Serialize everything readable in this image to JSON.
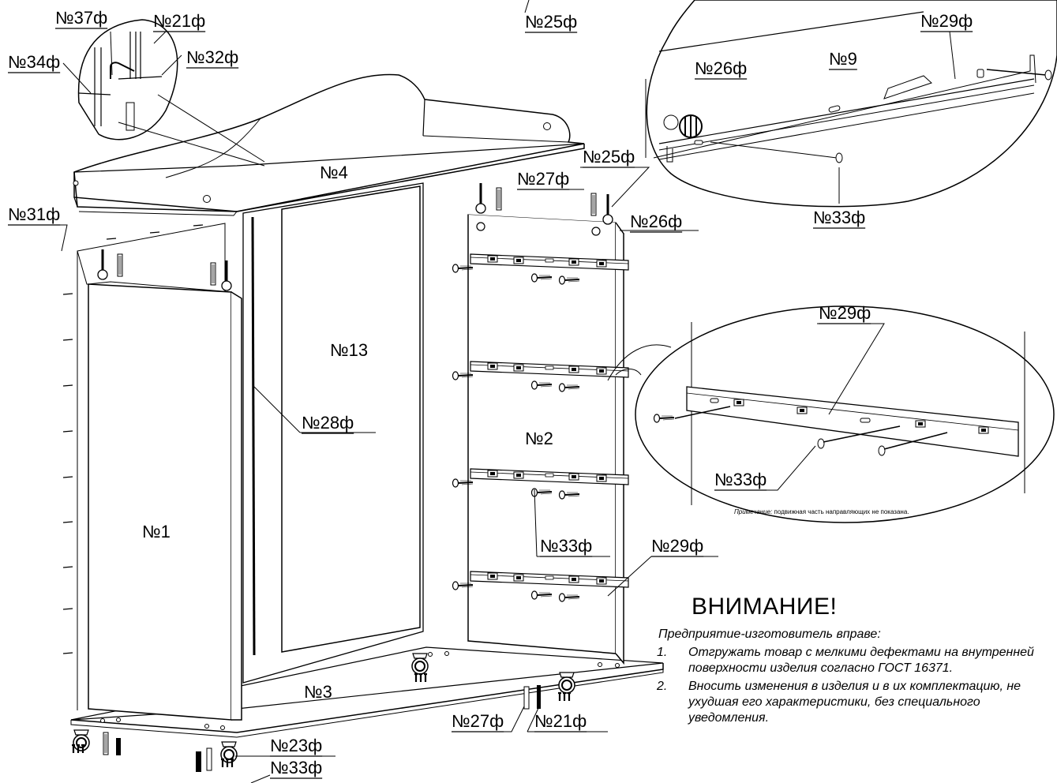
{
  "labels": {
    "l37": "№37ф",
    "l21top": "№21ф",
    "l34": "№34ф",
    "l32": "№32ф",
    "l25top": "№25ф",
    "l29top": "№29ф",
    "l26det": "№26ф",
    "l9": "№9",
    "l33det": "№33ф",
    "l25": "№25ф",
    "l27": "№27ф",
    "l26": "№26ф",
    "l31": "№31ф",
    "l4": "№4",
    "l13": "№13",
    "l28": "№28ф",
    "l2": "№2",
    "l1": "№1",
    "l29det2": "№29ф",
    "l33det2": "№33ф",
    "l33mid": "№33ф",
    "l29mid": "№29ф",
    "l3": "№3",
    "l27b": "№27ф",
    "l21b": "№21ф",
    "l23": "№23ф",
    "l33b": "№33ф"
  },
  "note": {
    "prefix": "Примечание:",
    "text": " подвижная часть направляющих не показана."
  },
  "attention": {
    "title": "ВНИМАНИЕ!",
    "intro": "Предприятие-изготовитель вправе:",
    "items": [
      {
        "num": "1.",
        "text": "Отгружать товар с мелкими дефектами на внутренней поверхности изделия согласно ГОСТ 16371."
      },
      {
        "num": "2.",
        "text": "Вносить изменения в изделия и в их комплектацию, не ухудшая его характеристики, без специального уведомления."
      }
    ]
  }
}
